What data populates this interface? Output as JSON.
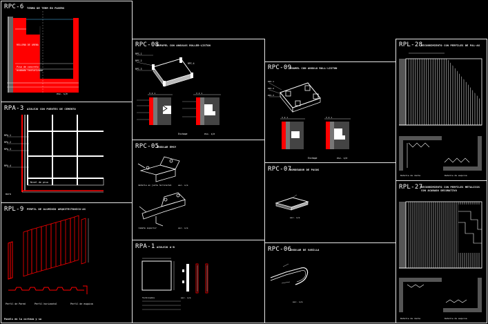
{
  "panels": {
    "rpc6": {
      "code": "RPC-6",
      "desc": "TERMO DE TERM EN PAVERS",
      "small": "RELLENO DE ARENA",
      "note1": "Piso de concreto",
      "note2": "acabado texturizado",
      "scale": "esc. s/e"
    },
    "rpc8": {
      "code": "RPC-08",
      "desc": "ENPAPEL CON ANGULOS ROLLER-LISTON",
      "lbl1": "RPC-1",
      "lbl2": "RPC-2",
      "lbl3": "RPC-3",
      "lbl4": "RPC-4",
      "foot": "Enchape",
      "scale": "esc. s/e"
    },
    "rpc9": {
      "code": "RPC-09",
      "desc": "ENAMEL CON ANGULO ROLL-LISTON",
      "foot": "Enchape",
      "scale": "esc. s/e"
    },
    "rpl28": {
      "code": "RPL-28",
      "desc": "RECUBRIMIENTO CON PERFILES DE PAL-AG",
      "c1": "Detalle de Junta",
      "c2": "Detalle de esquina"
    },
    "rpa3": {
      "code": "RPA-3",
      "desc": "AZULEJO CON PUENTES DE CEMENTO",
      "note": "Nivel de piso"
    },
    "rpc5": {
      "code": "RPC-05",
      "desc": "ANGULAR EMSY",
      "a1": "detalle en junta horizontal",
      "a2": "esc. s/e",
      "b1": "remate superior",
      "b2": "esc. s/e"
    },
    "rpc7": {
      "code": "RPC-07",
      "desc": "BORDEADOR DE PASOS",
      "scale": "esc. s/e"
    },
    "rpl9": {
      "code": "RPL-9",
      "desc": "PERFIL DE ALUMINIO ARQUITECTONICO-AS",
      "c1": "Perfil de Pared",
      "c2": "Perfil horizontal",
      "c3": "Perfil de esquina",
      "bottom": "Panels en la corteza y su"
    },
    "rpa1": {
      "code": "RPA-1",
      "desc": "AZULEJO A-B",
      "sub": "Terminados",
      "scale": "esc. s/e"
    },
    "rpc6b": {
      "code": "RPC-06",
      "desc": "ANGULAR DE VARILLA",
      "scale": "esc. s/e"
    },
    "rpl27": {
      "code": "RPL-27",
      "desc": "RECUBRIMIENTO CON PERFILES METALICOS",
      "desc2": "CON ACABADO DECORATIVO",
      "c1": "Detalle de Junta",
      "c2": "Detalle de esquina"
    }
  },
  "colors": {
    "line": "#e8e8e8",
    "accent": "#ff0000",
    "dim": "#4fc3ff",
    "mark": "#ffe000"
  }
}
